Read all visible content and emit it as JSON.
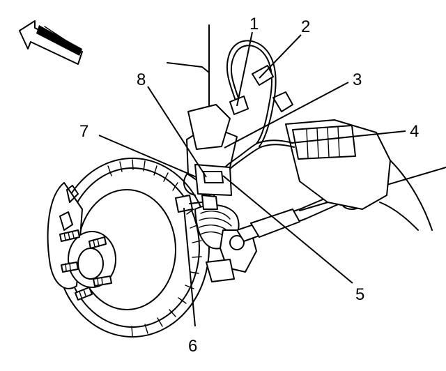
{
  "diagram": {
    "arrow_icon": "direction-arrow-icon",
    "callouts": [
      {
        "id": "1",
        "label": "1"
      },
      {
        "id": "2",
        "label": "2"
      },
      {
        "id": "3",
        "label": "3"
      },
      {
        "id": "4",
        "label": "4"
      },
      {
        "id": "5",
        "label": "5"
      },
      {
        "id": "6",
        "label": "6"
      },
      {
        "id": "7",
        "label": "7"
      },
      {
        "id": "8",
        "label": "8"
      }
    ]
  }
}
